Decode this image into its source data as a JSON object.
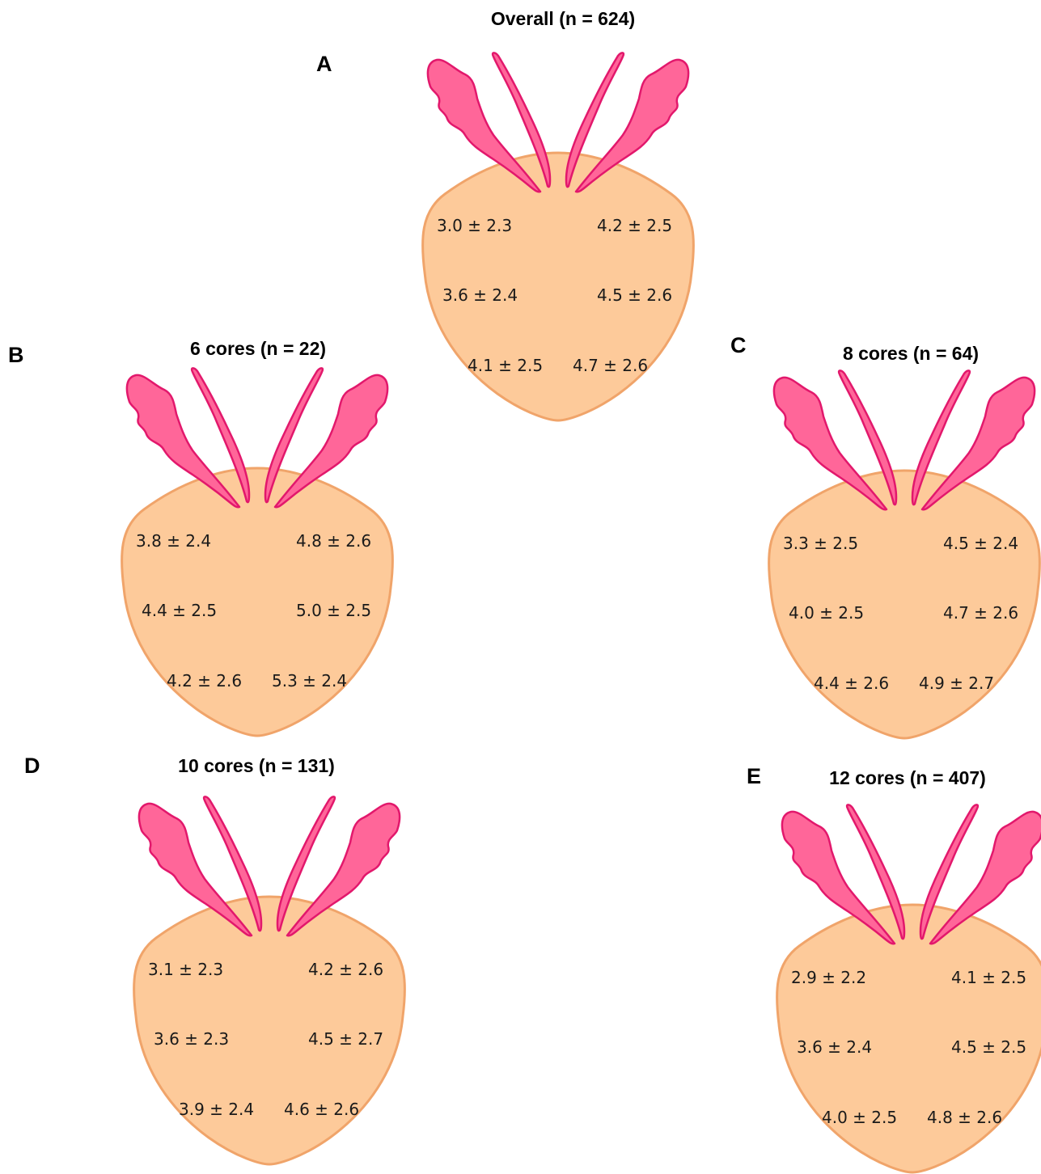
{
  "colors": {
    "prostate_fill": "#FDCA9A",
    "prostate_stroke": "#F0A46A",
    "vesicle_fill": "#FF6699",
    "vesicle_stroke": "#E2186C"
  },
  "panels": [
    {
      "letter": "A",
      "title": "Overall (n = 624)",
      "values": [
        "3.0 ± 2.3",
        "4.2 ± 2.5",
        "3.6 ± 2.4",
        "4.5 ± 2.6",
        "4.1 ± 2.5",
        "4.7 ± 2.6"
      ]
    },
    {
      "letter": "B",
      "title": "6 cores (n = 22)",
      "values": [
        "3.8 ± 2.4",
        "4.8 ± 2.6",
        "4.4 ± 2.5",
        "5.0 ± 2.5",
        "4.2 ± 2.6",
        "5.3 ± 2.4"
      ]
    },
    {
      "letter": "C",
      "title": "8 cores (n = 64)",
      "values": [
        "3.3 ± 2.5",
        "4.5 ± 2.4",
        "4.0 ± 2.5",
        "4.7 ± 2.6",
        "4.4 ± 2.6",
        "4.9 ± 2.7"
      ]
    },
    {
      "letter": "D",
      "title": "10 cores (n = 131)",
      "values": [
        "3.1 ± 2.3",
        "4.2 ± 2.6",
        "3.6 ± 2.3",
        "4.5 ± 2.7",
        "3.9 ± 2.4",
        "4.6 ± 2.6"
      ]
    },
    {
      "letter": "E",
      "title": "12 cores (n = 407)",
      "values": [
        "2.9 ± 2.2",
        "4.1 ± 2.5",
        "3.6 ± 2.4",
        "4.5 ± 2.5",
        "4.0 ± 2.5",
        "4.8 ± 2.6"
      ]
    }
  ]
}
